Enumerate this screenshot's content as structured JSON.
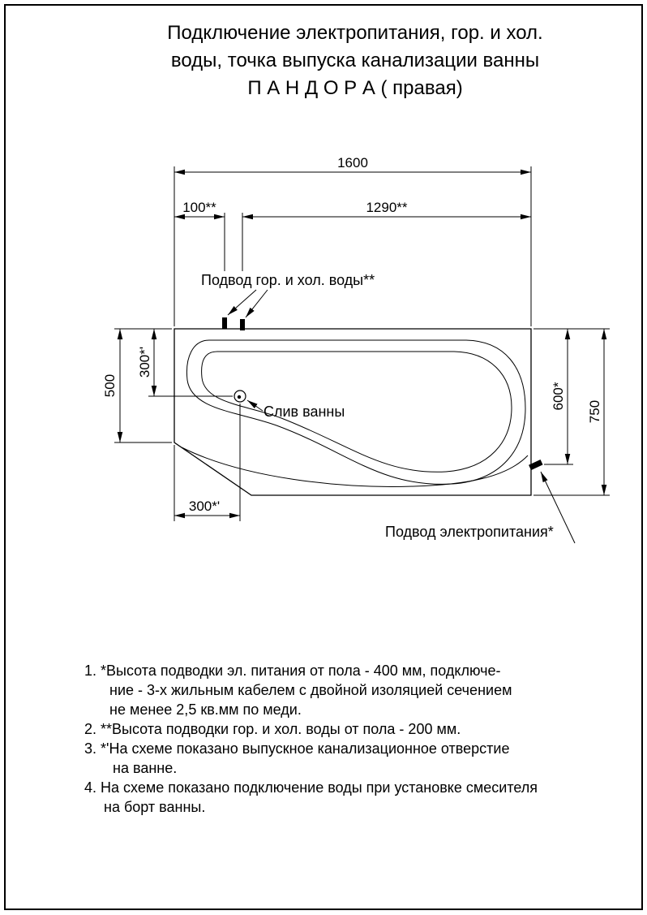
{
  "title": {
    "line1": "Подключение электропитания, гор. и хол.",
    "line2": "воды, точка выпуска канализации ванны",
    "line3": "П А Н Д О Р А ( правая)"
  },
  "diagram": {
    "dims": {
      "total_length": "1600",
      "water_offset": "100**",
      "water_span": "1290**",
      "left_height": "500",
      "drain_from_top": "300*'",
      "electric_from_top": "600*",
      "total_width": "750",
      "drain_from_left": "300*'"
    },
    "labels": {
      "water": "Подвод гор. и хол. воды**",
      "drain": "Слив ванны",
      "electric": "Подвод электропитания*"
    }
  },
  "notes": {
    "lines": [
      {
        "text": "1. *Высота подводки эл. питания от пола - 400 мм, подключе-"
      },
      {
        "text": "ние - 3-х жильным кабелем с двойной изоляцией сечением"
      },
      {
        "text": "не менее 2,5 кв.мм по меди."
      },
      {
        "text": "2. **Высота подводки гор. и хол. воды от пола - 200 мм."
      },
      {
        "text": "3. *'На схеме показано выпускное канализационное отверстие"
      },
      {
        "text": "на ванне."
      },
      {
        "text": "4. На схеме показано подключение воды при установке смесителя"
      },
      {
        "text": "на борт ванны."
      }
    ]
  }
}
